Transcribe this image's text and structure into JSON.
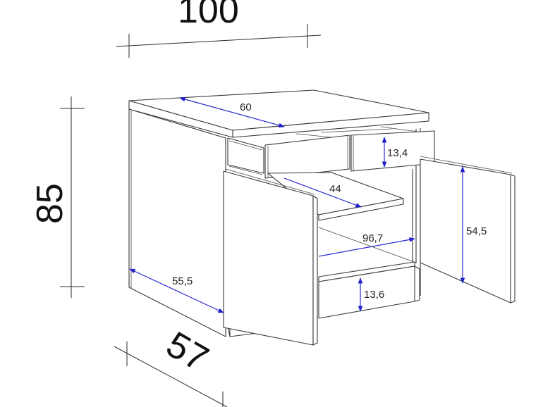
{
  "diagram": {
    "subject": "Kitchen base cabinet with two drawers, two doors and shelf",
    "colors": {
      "outline": "#3a3a3a",
      "dimension_arrow": "#2a2ad0",
      "background": "#ffffff"
    },
    "overall_dimensions": {
      "width": "100",
      "height": "85",
      "depth": "57"
    },
    "inner_dimensions": {
      "worktop_depth": "60",
      "top_drawer_height": "13,4",
      "shelf_depth": "44",
      "inner_width": "96,7",
      "door_height": "54,5",
      "side_depth": "55,5",
      "bottom_drawer_height": "13,6"
    }
  }
}
